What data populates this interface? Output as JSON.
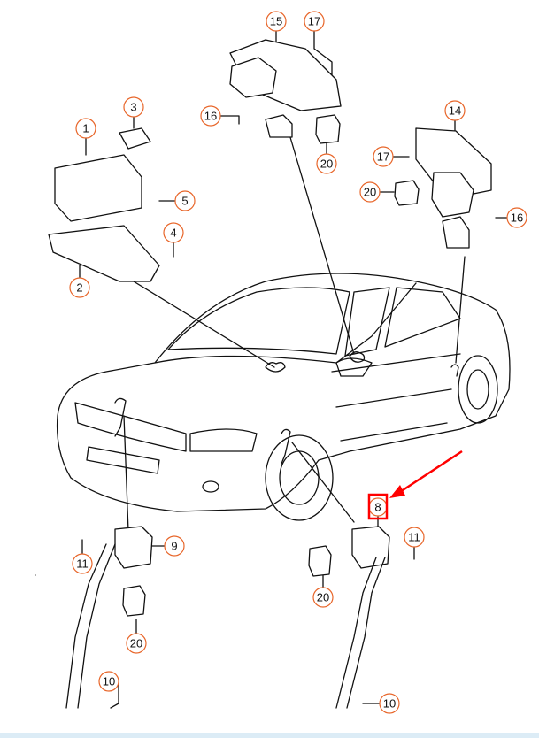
{
  "diagram": {
    "callouts": {
      "c15": "15",
      "c17a": "17",
      "c3": "3",
      "c1": "1",
      "c16a": "16",
      "c20a": "20",
      "c14": "14",
      "c17b": "17",
      "c20b": "20",
      "c16b": "16",
      "c5": "5",
      "c4": "4",
      "c2": "2",
      "c9": "9",
      "c11a": "11",
      "c20c": "20",
      "c10a": "10",
      "c8": "8",
      "c11b": "11",
      "c20d": "20",
      "c10b": "10"
    },
    "highlighted_part": "8",
    "colors": {
      "callout_ring": "#e8662a",
      "highlight": "#ff0000",
      "line": "#111111"
    }
  }
}
